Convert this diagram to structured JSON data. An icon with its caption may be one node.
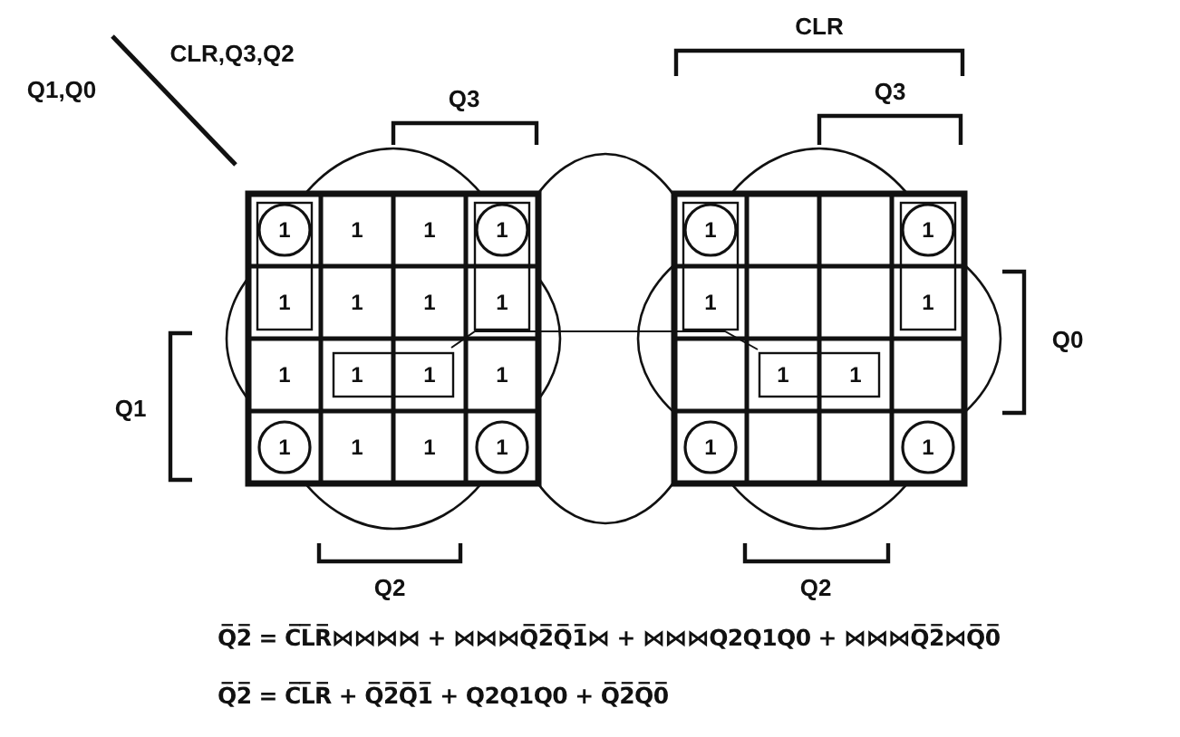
{
  "diagram": {
    "labels": [
      "CLR",
      "CLR,Q3,Q2",
      "Q1,Q0",
      "Q3",
      "Q3",
      "1",
      "1",
      "1",
      "1",
      "1",
      "1",
      "1",
      "1",
      "1",
      "1",
      "1",
      "1",
      "1",
      "1",
      "1",
      "1",
      "1",
      "1",
      "1",
      "1",
      "1",
      "1",
      "1",
      "1",
      "Q0",
      "Q1",
      "Q2",
      "Q2",
      "Q̅2̅ = C̅L̅R̅⋈⋈⋈⋈ + ⋈⋈⋈Q̅2̅Q̅1̅⋈ + ⋈⋈⋈Q2Q1Q0 + ⋈⋈⋈Q̅2̅⋈Q̅0̅",
      "Q̅2̅ = C̅L̅R̅ + Q̅2̅Q̅1̅ + Q2Q1Q0 + Q̅2̅Q̅0̅"
    ]
  }
}
